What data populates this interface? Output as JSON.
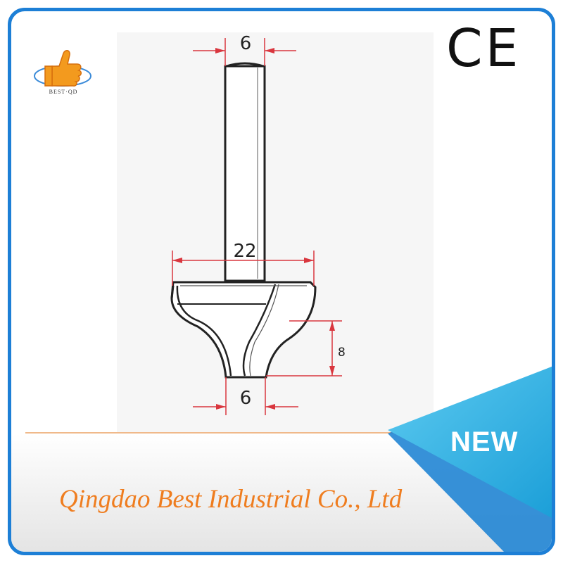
{
  "brand": {
    "logo_icon": "thumbs-up-logo-icon",
    "name": "BEST·QD"
  },
  "certification": {
    "mark": "CE"
  },
  "drawing": {
    "subject": "router bit technical drawing",
    "dimensions": {
      "shank_diameter": "6",
      "cutter_diameter": "22",
      "profile_height": "8",
      "tip_width": "6"
    }
  },
  "badge": {
    "label": "NEW",
    "color": "#2ab3e6"
  },
  "company": {
    "name": "Qingdao Best Industrial Co., Ltd",
    "color": "#ef7d1f"
  },
  "colors": {
    "frame": "#1d7fd6",
    "dimension_lines": "#d9363e"
  }
}
